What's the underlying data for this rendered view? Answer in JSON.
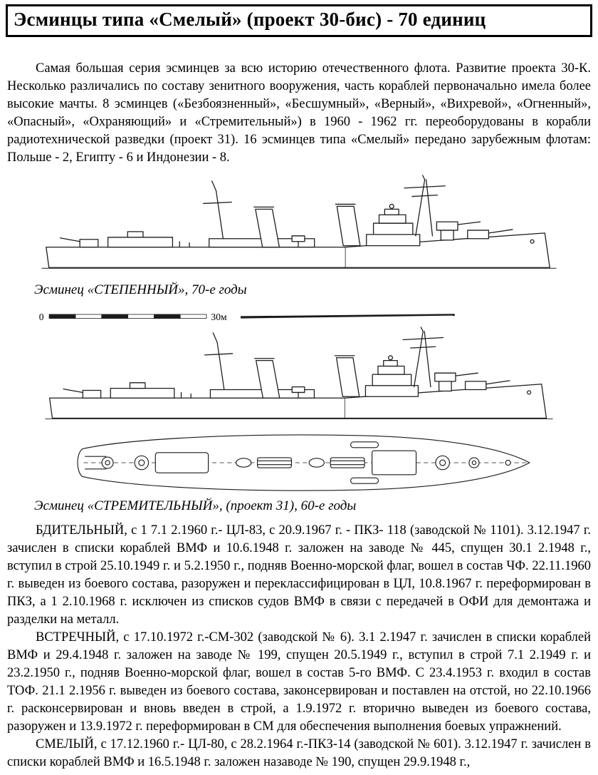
{
  "doc": {
    "title": "Эсминцы типа «Смелый» (проект 30-бис) - 70 единиц",
    "intro": "Самая большая серия эсминцев за всю историю отечественного флота. Развитие проекта 30-К. Несколько различались по составу зенитного вооружения, часть кораблей первоначально имела более высокие мачты. 8 эсминцев («Безбоязненный», «Бесшумный», «Верный», «Вихревой», «Огненный», «Опасный», «Охраняющий» и «Стремительный») в 1960 - 1962 гг. переоборудованы в корабли радиотехнической разведки (проект 31). 16 эсминцев типа «Смелый» передано зарубежным флотам: Польше - 2, Египту - 6 и Индонезии - 8.",
    "figures": [
      {
        "caption": "Эсминец «СТЕПЕННЫЙ», 70-е годы"
      },
      {
        "caption": "Эсминец «СТРЕМИТЕЛЬНЫЙ», (проект 31), 60-е годы",
        "scale_start": "0",
        "scale_end": "30м"
      }
    ],
    "paragraphs": [
      "БДИТЕЛЬНЫЙ, с 1 7.1 2.1960 г.- ЦЛ-83, с 20.9.1967 г. - ПКЗ- 118 (заводской № 1101). 3.12.1947 г. зачислен в списки кораблей ВМФ и 10.6.1948 г. заложен на заводе № 445, спущен 30.1 2.1948 г., вступил в строй 25.10.1949 г. и 5.2.1950 г., подняв Военно-морской флаг, вошел в состав ЧФ. 22.11.1960 г. выведен из боевого состава, разоружен и переклассифицирован в ЦЛ, 10.8.1967 г. переформирован в ПКЗ, а 1 2.10.1968 г. исключен из списков судов ВМФ в связи с передачей в ОФИ для демонтажа и разделки на металл.",
      "ВСТРЕЧНЫЙ, с 17.10.1972 г.-СМ-302 (заводской № 6). 3.1 2.1947 г. зачислен в списки кораблей ВМФ и 29.4.1948 г. заложен на заводе № 199, спущен 20.5.1949 г., вступил в строй 7.1 2.1949 г. и 23.2.1950 г., подняв Военно-морской флаг, вошел в состав 5-го ВМФ. С 23.4.1953 г. входил в состав ТОФ. 21.1 2.1956 г. выведен из боевого состава, законсервирован и поставлен на отстой, но 22.10.1966 г. расконсервирован и вновь введен в строй, а 1.9.1972 г. вторично выведен из боевого состава, разоружен и 13.9.1972 г. переформирован в СМ для обеспечения выполнения боевых упражнений.",
      "СМЕЛЫЙ, с 17.12.1960 г.- ЦЛ-80, с 28.2.1964 г.-ПКЗ-14 (заводской № 601). 3.12.1947 г. зачислен в списки кораблей ВМФ и 16.5.1948 г. заложен назаводе № 190, спущен 29.9.1948 г.,"
    ],
    "colors": {
      "background": "#ffffff",
      "text": "#000000",
      "line_art": "#1c1c1c"
    }
  }
}
